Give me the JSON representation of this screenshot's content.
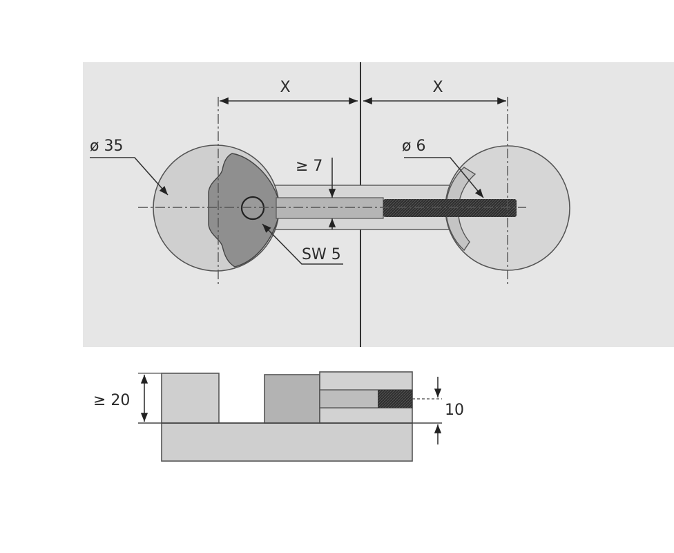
{
  "diagram": {
    "top_view": {
      "dimension_left": "X",
      "dimension_right": "X",
      "hole_diameter": "ø 35",
      "bolt_diameter": "ø 6",
      "min_width": "≥ 7",
      "wrench_size": "SW 5"
    },
    "side_view": {
      "min_thickness": "≥ 20",
      "bolt_depth": "10"
    },
    "colors": {
      "panel": "#e6e6e6",
      "part_light": "#cfcfcf",
      "part_dark": "#8a8a8a",
      "thread": "#2e2e2e"
    }
  }
}
